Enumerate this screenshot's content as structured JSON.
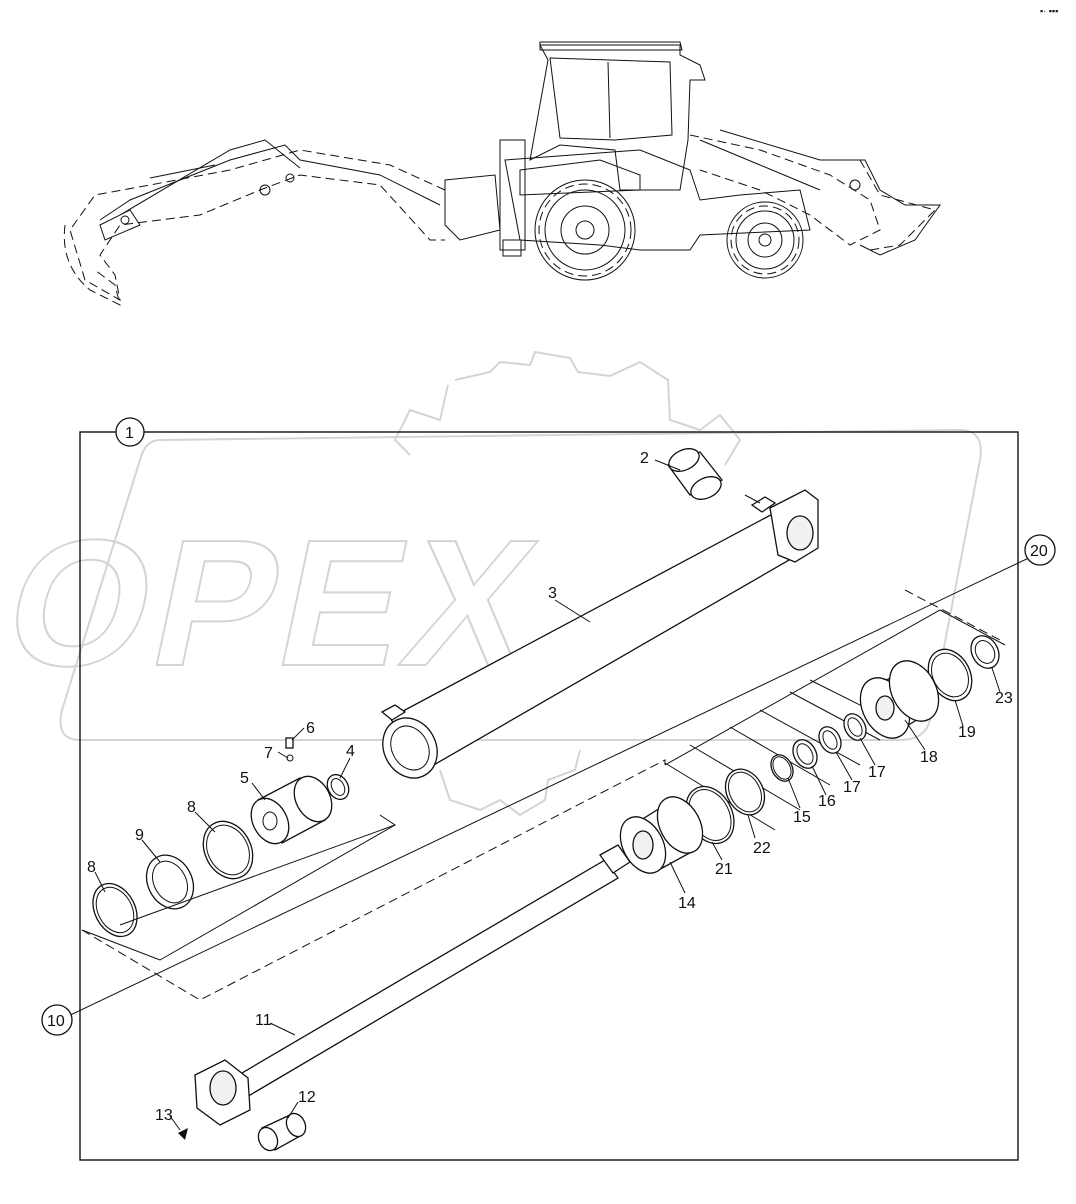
{
  "watermark": {
    "text": "OPEX"
  },
  "corner_mark": "▪· ▪▪▪",
  "callouts": {
    "c1": "1",
    "c2": "2",
    "c3": "3",
    "c4": "4",
    "c5": "5",
    "c6": "6",
    "c7": "7",
    "c8a": "8",
    "c8b": "8",
    "c9": "9",
    "c10": "10",
    "c11": "11",
    "c12": "12",
    "c13": "13",
    "c14": "14",
    "c15": "15",
    "c16": "16",
    "c17a": "17",
    "c17b": "17",
    "c18": "18",
    "c19": "19",
    "c20": "20",
    "c21": "21",
    "c22": "22",
    "c23": "23"
  }
}
